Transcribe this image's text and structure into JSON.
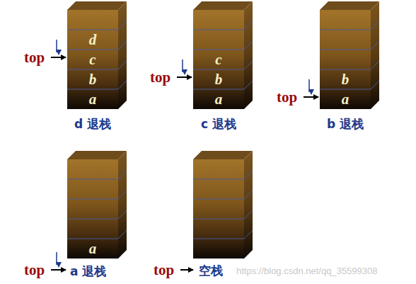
{
  "diagram": {
    "nodes": [
      {
        "text": [
          "d",
          "c",
          "b",
          "a"
        ]
      },
      {
        "text": [
          "c",
          "b",
          "a"
        ]
      },
      {
        "text": [
          "b",
          "a"
        ]
      },
      {
        "text": [
          "a"
        ]
      }
    ],
    "labels": [
      "top",
      "d 退栈",
      "top",
      "c 退栈",
      "top",
      "b 退栈",
      "top",
      "a 退栈",
      "top",
      "空栈",
      "https://blog.csdn.net/qq_35599308"
    ]
  }
}
